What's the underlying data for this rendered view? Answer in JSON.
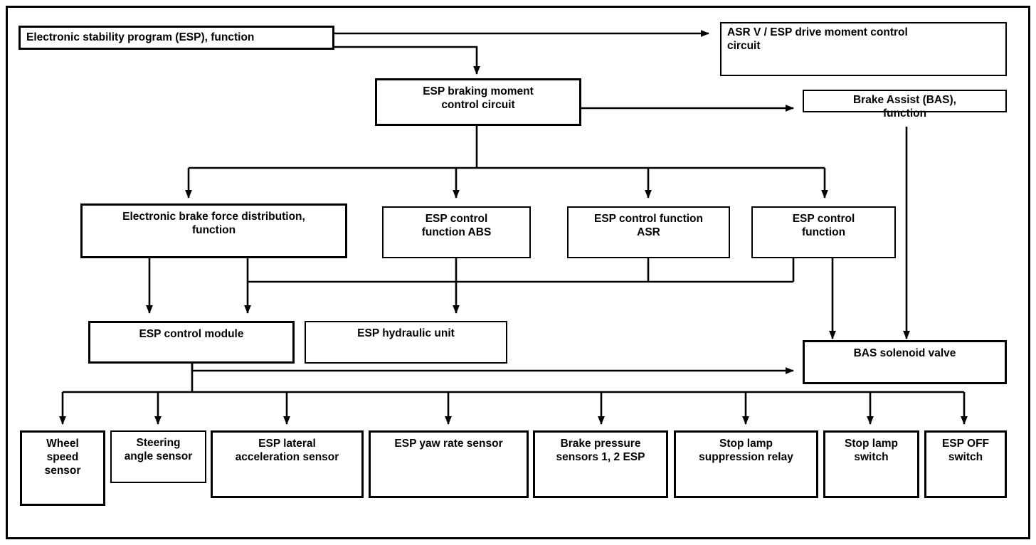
{
  "diagram": {
    "title": "Electronic stability program (ESP), function — system block diagram",
    "type": "flowchart",
    "colors": {
      "stroke": "#000000",
      "background": "#ffffff",
      "text": "#000000"
    },
    "nodes": {
      "esp_function": "Electronic stability program (ESP), function",
      "asr_drive_moment": "ASR V / ESP drive moment control\ncircuit",
      "esp_braking_moment": "ESP braking moment\ncontrol circuit",
      "brake_assist": "Brake Assist (BAS),\nfunction",
      "ebd_function": "Electronic brake force distribution,\nfunction",
      "esp_cf_abs": "ESP control\nfunction ABS",
      "esp_cf_asr": "ESP control function\nASR",
      "esp_cf": "ESP control\nfunction",
      "esp_control_module": "ESP control module",
      "esp_hydraulic_unit": "ESP hydraulic unit",
      "bas_solenoid_valve": "BAS solenoid valve",
      "wheel_speed_sensor": "Wheel\nspeed\nsensor",
      "steering_angle_sensor": "Steering\nangle sensor",
      "esp_lateral_accel_sensor": "ESP lateral\nacceleration sensor",
      "esp_yaw_rate_sensor": "ESP yaw rate sensor",
      "brake_pressure_sensors": "Brake pressure\nsensors 1, 2 ESP",
      "stop_lamp_suppression_relay": "Stop lamp\nsuppression relay",
      "stop_lamp_switch": "Stop lamp\nswitch",
      "esp_off_switch": "ESP OFF\nswitch"
    },
    "edges": [
      {
        "from": "esp_function",
        "to": "asr_drive_moment",
        "style": "arrow"
      },
      {
        "from": "esp_function",
        "to": "esp_braking_moment",
        "style": "arrow"
      },
      {
        "from": "esp_braking_moment",
        "to": "brake_assist",
        "style": "arrow"
      },
      {
        "from": "esp_braking_moment",
        "to": "ebd_function",
        "style": "arrow"
      },
      {
        "from": "esp_braking_moment",
        "to": "esp_cf_abs",
        "style": "arrow"
      },
      {
        "from": "esp_braking_moment",
        "to": "esp_cf_asr",
        "style": "arrow"
      },
      {
        "from": "esp_braking_moment",
        "to": "esp_cf",
        "style": "arrow"
      },
      {
        "from": "ebd_function",
        "to": "esp_control_module",
        "style": "arrow"
      },
      {
        "from": "esp_cf_abs",
        "to": "esp_hydraulic_unit",
        "style": "arrow"
      },
      {
        "from": "esp_cf_asr",
        "to": "esp_control_module",
        "style": "arrow"
      },
      {
        "from": "esp_cf",
        "to": "bas_solenoid_valve",
        "style": "arrow"
      },
      {
        "from": "brake_assist",
        "to": "bas_solenoid_valve",
        "style": "arrow"
      },
      {
        "from": "esp_control_module",
        "to": "bas_solenoid_valve",
        "style": "arrow"
      },
      {
        "from": "esp_control_module",
        "to": "wheel_speed_sensor",
        "style": "arrow"
      },
      {
        "from": "esp_control_module",
        "to": "steering_angle_sensor",
        "style": "arrow"
      },
      {
        "from": "esp_control_module",
        "to": "esp_lateral_accel_sensor",
        "style": "arrow"
      },
      {
        "from": "esp_control_module",
        "to": "esp_yaw_rate_sensor",
        "style": "arrow"
      },
      {
        "from": "esp_control_module",
        "to": "brake_pressure_sensors",
        "style": "arrow"
      },
      {
        "from": "esp_control_module",
        "to": "stop_lamp_suppression_relay",
        "style": "arrow"
      },
      {
        "from": "esp_control_module",
        "to": "stop_lamp_switch",
        "style": "arrow"
      },
      {
        "from": "esp_control_module",
        "to": "esp_off_switch",
        "style": "arrow"
      }
    ]
  }
}
